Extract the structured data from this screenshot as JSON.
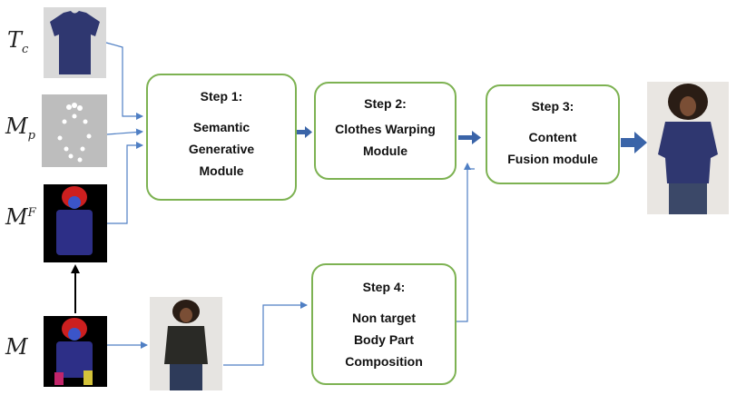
{
  "inputs": {
    "tc_label": "T",
    "tc_sub": "c",
    "mp_label": "M",
    "mp_sub": "p",
    "mf_label": "M",
    "mf_sup": "F",
    "m_label": "M"
  },
  "steps": [
    {
      "title": "Step 1:",
      "lines": [
        "Semantic",
        "Generative",
        "Module"
      ]
    },
    {
      "title": "Step 2:",
      "lines": [
        "Clothes Warping",
        "Module"
      ]
    },
    {
      "title": "Step 3:",
      "lines": [
        "Content",
        "Fusion module"
      ]
    },
    {
      "title": "Step 4:",
      "lines": [
        "Non target",
        "Body Part",
        "Composition"
      ]
    }
  ],
  "colors": {
    "box_border": "#7db252",
    "arrow_thin": "#4f7fc4",
    "arrow_thick": "#3a64a8",
    "shirt": "#2f3770",
    "person_shirt_dark": "#2a2a26"
  }
}
